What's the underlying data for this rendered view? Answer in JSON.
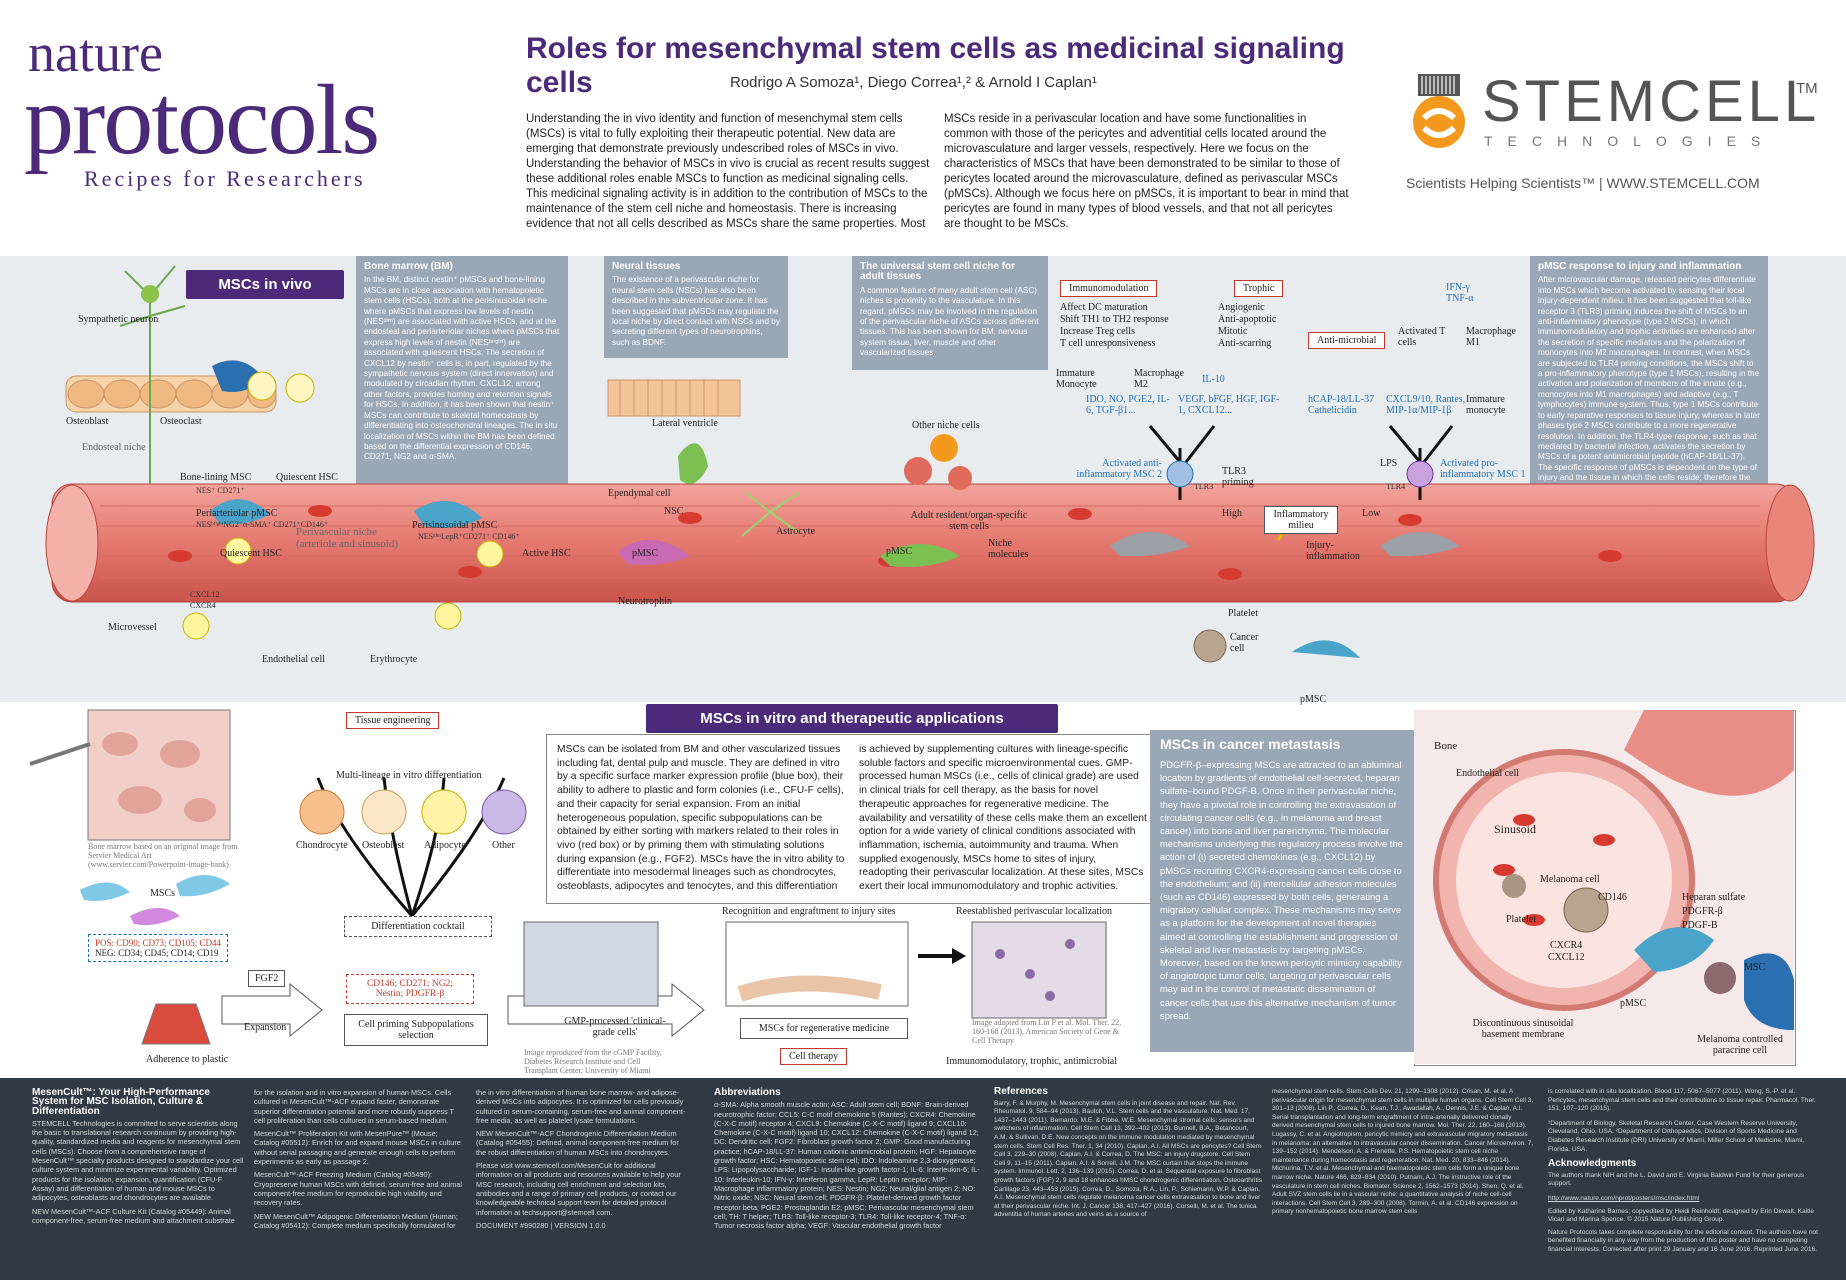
{
  "header": {
    "logo_nature": "nature",
    "logo_protocols": "protocols",
    "logo_tagline": "Recipes for Researchers",
    "title": "Roles for mesenchymal stem cells as medicinal signaling cells",
    "authors": "Rodrigo A Somoza¹, Diego Correa¹,² & Arnold I Caplan¹",
    "intro_left": "Understanding the in vivo identity and function of mesenchymal stem cells (MSCs) is vital to fully exploiting their therapeutic potential. New data are emerging that demonstrate previously undescribed roles of MSCs in vivo. Understanding the behavior of MSCs in vivo is crucial as recent results suggest these additional roles enable MSCs to function as medicinal signaling cells. This medicinal signaling activity is in addition to the contribution of MSCs to the maintenance of the stem cell niche and homeostasis. There is increasing evidence that not all cells described as MSCs share the same properties. Most",
    "intro_right": "MSCs reside in a perivascular location and have some functionalities in common with those of the pericytes and adventitial cells located around the microvasculature and larger vessels, respectively. Here we focus on the characteristics of MSCs that have been demonstrated to be similar to those of pericytes located around the microvasculature, defined as perivascular MSCs (pMSCs). Although we focus here on pMSCs, it is important to bear in mind that pericytes are found in many types of blood vessels, and that not all pericytes are thought to be MSCs.",
    "stemcell_name": "STEMCELL",
    "stemcell_tm": "TM",
    "stemcell_sub": "TECHNOLOGIES",
    "stemcell_slogan": "Scientists Helping Scientists™  |  WWW.STEMCELL.COM"
  },
  "invivo": {
    "pill": "MSCs in vivo",
    "bone_marrow_title": "Bone marrow (BM)",
    "bone_marrow_text": "In the BM, distinct nestin⁺ pMSCs and bone-lining MSCs are in close association with hematopoietic stem cells (HSCs), both at the perisinusoidal niche where pMSCs that express low levels of nestin (NESᵈⁱᵐ) are associated with active HSCs, and at the endosteal and periarteriolar niches where pMSCs that express high levels of nestin (NESᵇʳⁱᵍʰᵗ) are associated with quiescent HSCs. The secretion of CXCL12 by nestin⁺ cells is, in part, regulated by the sympathetic nervous system (direct innervation) and modulated by circadian rhythm. CXCL12, among other factors, provides homing and retention signals for HSCs. In addition, it has been shown that nestin⁺ MSCs can contribute to skeletal homeostasis by differentiating into osteochondral lineages. The in situ localization of MSCs within the BM has been defined based on the differential expression of CD146, CD271, NG2 and α-SMA.",
    "neural_title": "Neural tissues",
    "neural_text": "The existence of a perivascular niche for neural stem cells (NSCs) has also been described in the subventricular zone. It has been suggested that pMSCs may regulate the local niche by direct contact with NSCs and by secreting different types of neurotrophins, such as BDNF.",
    "universal_title": "The universal stem cell niche for adult tissues",
    "universal_text": "A common feature of many adult stem cell (ASC) niches is proximity to the vasculature. In this regard, pMSCs may be involved in the regulation of the perivascular niche of ASCs across different tissues. This has been shown for BM, nervous system tissue, liver, muscle and other vascularized tissues.",
    "injury_title": "pMSC response to injury and inflammation",
    "injury_text": "After microvascular damage, released pericytes differentiate into MSCs which become activated by sensing their local injury-dependent milieu. It has been suggested that toll-like receptor 3 (TLR3) priming induces the shift of MSCs to an anti-inflammatory phenotype (type 2 MSCs), in which immunomodulatory and trophic activities are enhanced after the secretion of specific mediators and the polarization of monocytes into M2 macrophages. In contrast, when MSCs are subjected to TLR4 priming conditions, the MSCs shift to a pro-inflammatory phenotype (type 1 MSCs), resulting in the activation and polarization of members of the innate (e.g., monocytes into M1 macrophages) and adaptive (e.g., T lymphocytes) immune system. Thus, type 1 MSCs contribute to early reparative responses to tissue injury, whereas in later phases type 2 MSCs contribute to a more regenerative resolution. In addition, the TLR4-type response, such as that mediated by bacterial infection, activates the secretion by MSCs of a potent antimicrobial peptide (hCAP-18/LL-37). The specific response of pMSCs is dependent on the type of injury and the tissue in which the cells reside; therefore the response may involve fibrosis development if a quick repair of the injured tissue is needed.",
    "labels": {
      "sympathetic_neuron": "Sympathetic neuron",
      "osteoblast": "Osteoblast",
      "osteoclast": "Osteoclast",
      "endosteal_niche": "Endosteal niche",
      "bone_lining_msc": "Bone-lining MSC",
      "bone_lining_markers": "NES⁺ CD271⁺",
      "quiescent_hsc_top": "Quiescent HSC",
      "periarteriolar": "Periarteriolar pMSC",
      "periarteriolar_markers": "NESᵇʳⁱᵍʰᵗNG2⁺α-SMA⁺ CD271⁺CD146⁺",
      "quiescent_hsc": "Quiescent HSC",
      "perivascular_niche": "Perivascular niche (arteriole and sinusoid)",
      "perisinusoidal": "Perisinusoidal pMSC",
      "perisinusoidal_markers": "NESᵈⁱᵐLepR⁺CD271⁺ CD146⁺",
      "active_hsc": "Active HSC",
      "cxcl12": "CXCL12",
      "cxcr4": "CXCR4",
      "microvessel": "Microvessel",
      "endothelial_cell": "Endothelial cell",
      "erythrocyte": "Erythrocyte",
      "lateral_ventricle": "Lateral ventricle",
      "ependymal_cell": "Ependymal cell",
      "nsc": "NSC",
      "astrocyte": "Astrocyte",
      "pmsc": "pMSC",
      "neurotrophin": "Neurotrophin",
      "other_niche_cells": "Other niche cells",
      "adult_resident": "Adult resident/organ-specific stem cells",
      "niche_molecules": "Niche molecules",
      "pmsc2": "pMSC",
      "immunomodulation": "Immunomodulation",
      "immuno_list": "Affect DC maturation\nShift TH1 to TH2 response\nIncrease Treg cells\nT cell unresponsiveness",
      "trophic": "Trophic",
      "trophic_list": "Angiogenic\nAnti-apoptotic\nMitotic\nAnti-scarring",
      "immature_monocyte": "Immature Monocyte",
      "macrophage_m2": "Macrophage M2",
      "il10": "IL-10",
      "ido_list": "IDO, NO, PGE2, IL-6, TGF-β1...",
      "vegf_list": "VEGF, bFGF, HGF, IGF-1, CXCL12...",
      "activated_anti": "Activated anti-inflammatory MSC 2",
      "tlr3": "TLR3",
      "tlr3_priming": "TLR3 priming",
      "high": "High",
      "low": "Low",
      "inflammatory_milieu": "Inflammatory milieu",
      "injury_inflammation": "Injury-inflammation",
      "antimicrobial": "Anti-microbial",
      "hcap": "hCAP-18/LL-37 Cathelicidin",
      "cxcl9": "CXCL9/10, Rantes, MIP-1α/MIP-1β",
      "activated_tcells": "Activated T cells",
      "ifn": "IFN-γ TNF-α",
      "macrophage_m1": "Macrophage M1",
      "immature_monocyte2": "Immature monocyte",
      "lps": "LPS",
      "tlr4": "TLR4",
      "activated_pro": "Activated pro-inflammatory MSC 1",
      "platelet": "Platelet",
      "cancer_cell": "Cancer cell",
      "pmsc3": "pMSC"
    }
  },
  "invitro": {
    "pill": "MSCs in vitro and therapeutic applications",
    "text_left": "MSCs can be isolated from BM and other vascularized tissues including fat, dental pulp and muscle. They are defined in vitro by a specific surface marker expression profile (blue box), their ability to adhere to plastic and form colonies (i.e., CFU-F cells), and their capacity for serial expansion. From an initial heterogeneous population, specific subpopulations can be obtained by either sorting with markers related to their roles in vivo (red box) or by priming them with stimulating solutions during expansion (e.g., FGF2). MSCs have the in vitro ability to differentiate into mesodermal lineages such as chondrocytes, osteoblasts, adipocytes and tenocytes, and this differentiation",
    "text_right": "is achieved by supplementing cultures with lineage-specific soluble factors and specific microenvironmental cues. GMP-processed human MSCs (i.e., cells of clinical grade) are used in clinical trials for cell therapy, as the basis for novel therapeutic approaches for regenerative medicine. The availability and versatility of these cells make them an excellent option for a wide variety of clinical conditions associated with inflammation, ischemia, autoimmunity and trauma. When supplied exogenously, MSCs home to sites of injury, readopting their perivascular localization. At these sites, MSCs exert their local immunomodulatory and trophic activities.",
    "bm_credit": "Bone marrow based on an original image from Servier Medical Art (www.servier.com/Powerpoint-image-bank)",
    "tissue_engineering": "Tissue engineering",
    "multilineage": "Multi-lineage in vitro differentiation",
    "chondrocyte": "Chondrocyte",
    "osteoblast": "Osteoblast",
    "adipocyte": "Adipocyte",
    "other": "Other",
    "mscs": "MSCs",
    "pos": "POS: CD90; CD73; CD105; CD44",
    "neg": "NEG: CD34; CD45; CD14; CD19",
    "diff_cocktail": "Differentiation cocktail",
    "fgf2": "FGF2",
    "expansion": "Expansion",
    "adherence": "Adherence to plastic",
    "cd_markers": "CD146; CD271; NG2; Nestin; PDGFR-β",
    "cell_priming": "Cell priming Subpopulations selection",
    "gmp": "GMP-processed 'clinical-grade cells'",
    "gmp_credit": "Image reproduced from the cGMP Facility, Diabetes Research Institute and Cell Transplant Center, University of Miami",
    "recognition": "Recognition and engraftment to injury sites",
    "reestablished": "Reestablished perivascular localization",
    "mscs_regen": "MSCs for regenerative medicine",
    "cell_therapy": "Cell therapy",
    "immuno_trophic": "Immunomodulatory, trophic, antimicrobial",
    "image_credit": "Image adapted from Lin P et al. Mol. Ther. 22, 160-168 (2013), American Society of Gene & Cell Therapy"
  },
  "cancer": {
    "title": "MSCs in cancer metastasis",
    "text": "PDGFR-β–expressing MSCs are attracted to an abluminal location by gradients of endothelial cell-secreted, heparan sulfate–bound PDGF-B. Once in their perivascular niche, they have a pivotal role in controlling the extravasation of circulating cancer cells (e.g., in melanoma and breast cancer) into bone and liver parenchyma. The molecular mechanisms underlying this regulatory process involve the action of (i) secreted chemokines (e.g., CXCL12) by pMSCs recruiting CXCR4-expressing cancer cells close to the endothelium; and (ii) intercellular adhesion molecules (such as CD146) expressed by both cells, generating a migratory cellular complex. These mechanisms may serve as a platform for the development of novel therapies aimed at controlling the establishment and progression of skeletal and liver metastasis by targeting pMSCs. Moreover, based on the known pericytic mimicry capability of angiotropic tumor cells, targeting of perivascular cells may aid in the control of metastatic dissemination of cancer cells that use this alternative mechanism of tumor spread.",
    "bone": "Bone",
    "endothelial": "Endothelial cell",
    "sinusoid": "Sinusoid",
    "melanoma": "Melanoma cell",
    "cd146": "CD146",
    "platelet": "Platelet",
    "heparan": "Heparan sulfate",
    "pdgfrb": "PDGFR-β",
    "pdgfb": "PDGF-B",
    "cxcr4": "CXCR4",
    "cxcl12": "CXCL12",
    "msc": "MSC",
    "pmsc": "pMSC",
    "discontinuous": "Discontinuous sinusoidal basement membrane",
    "melanoma_paracrine": "Melanoma controlled paracrine cell"
  },
  "footer": {
    "mesencult_title": "MesenCult™: Your High-Performance System for MSC Isolation, Culture & Differentiation",
    "mesencult_text": "STEMCELL Technologies is committed to serve scientists along the basic to translational research continuum by providing high-quality, standardized media and reagents for mesenchymal stem cells (MSCs). Choose from a comprehensive range of MesenCult™ specialty products designed to standardize your cell culture system and minimize experimental variability. Optimized products for the isolation, expansion, quantification (CFU-F Assay) and differentiation of human and mouse MSCs to adipocytes, osteoblasts and chondrocytes are available.",
    "mesencult_acf": "NEW MesenCult™-ACF Culture Kit (Catalog #05449): Animal component-free, serum-free medium and attachment substrate",
    "col2_text": "for the isolation and in vitro expansion of human MSCs. Cells cultured in MesenCult™-ACF expand faster, demonstrate superior differentiation potential and more robustly suppress T cell proliferation than cells cultured in serum-based medium.",
    "col2_prolif": "MesenCult™ Proliferation Kit with MesenPure™ (Mouse; Catalog #05512): Enrich for and expand mouse MSCs in culture without serial passaging and generate enough cells to perform experiments as early as passage 2.",
    "col2_freeze": "MesenCult™-ACF Freezing Medium (Catalog #05490): Cryopreserve human MSCs with defined, serum-free and animal component-free medium for reproducible high viability and recovery rates.",
    "col2_adipo": "NEW MesenCult™ Adipogenic Differentiation Medium (Human; Catalog #05412): Complete medium specifically formulated for",
    "col3_text": "the in vitro differentiation of human bone marrow- and adipose-derived MSCs into adipocytes. It is optimized for cells previously cultured in serum-containing, serum-free and animal component-free media, as well as platelet lysate formulations.",
    "col3_chondro": "NEW MesenCult™-ACF Chondrogenic Differentiation Medium (Catalog #05455): Defined, animal component-free medium for the robust differentiation of human MSCs into chondrocytes.",
    "col3_visit": "Please visit www.stemcell.com/MesenCult for additional information on all products and resources available to help your MSC research, including cell enrichment and selection kits, antibodies and a range of primary cell products, or contact our knowledgeable technical support team for detailed protocol information at techsupport@stemcell.com.",
    "col3_doc": "DOCUMENT #990280 | VERSION 1.0.0",
    "abbrev_title": "Abbreviations",
    "abbrev_text": "α-SMA: Alpha smooth muscle actin; ASC: Adult stem cell; BDNF: Brain-derived neurotrophic factor; CCL5: C-C motif chemokine 5 (Rantes); CXCR4: Chemokine (C-X-C motif) receptor 4; CXCL9: Chemokine (C-X-C motif) ligand 9; CXCL10: Chemokine (C-X-C motif) ligand 10; CXCL12: Chemokine (C-X-C motif) ligand 12; DC: Dendritic cell; FGF2: Fibroblast growth factor 2; GMP: Good manufacturing practice; hCAP-18/LL-37: Human cationic antimicrobial protein; HGF: Hepatocyte growth factor; HSC: Hematopoietic stem cell; IDO: Indoleamine 2,3-dioxygenase; LPS: Lipopolysaccharide; IGF-1: Insulin-like growth factor-1; IL-6: Interleukin-6; IL-10: Interleukin-10; IFN-γ: Interferon gamma; LepR: Leptin receptor; MIP: Macrophage inflammatory protein; NES: Nestin; NG2: Neural/glial antigen 2; NO: Nitric oxide; NSC: Neural stem cell; PDGFR-β: Platelet-derived growth factor receptor beta; PGE2: Prostaglandin E2; pMSC: Perivascular mesenchymal stem cell; TH: T helper; TLR3: Toll-like receptor-3; TLR4: Toll-like receptor-4; TNF-α: Tumor necrosis factor alpha; VEGF: Vascular endothelial growth factor",
    "refs_title": "References",
    "refs_text": "Barry, F. & Murphy, M. Mesenchymal stem cells in joint disease and repair. Nat. Rev. Rheumatol. 9, 584–94 (2013). Bautch, V.L. Stem cells and the vasculature. Nat. Med. 17, 1437–1443 (2011). Bernardo, M.E. & Fibbe, W.E. Mesenchymal stromal cells: sensors and switchers of inflammation. Cell Stem Cell 13, 392–402 (2013). Bunnell, B.A., Betancourt, A.M. & Sullivan, D.E. New concepts on the immune modulation mediated by mesenchymal stem cells. Stem Cell Res. Ther. 1, 34 (2010). Caplan, A.I. All MSCs are pericytes? Cell Stem Cell 3, 229–30 (2008). Caplan, A.I. & Correa, D. The MSC: an injury drugstore. Cell Stem Cell 9, 11–15 (2011). Caplan, A.I. & Sorrell, J.M. The MSC curtain that stops the immune system. Immunol. Lett. 2, 136–139 (2015). Correa, D. et al. Sequential exposure to fibroblast growth factors (FGF) 2, 9 and 18 enhances hMSC chondrogenic differentiation. Osteoarthritis Cartilage 23, 443–453 (2015). Correa, D., Somoza, R.A., Lin, P., Schiemann, W.P. & Caplan, A.I. Mesenchymal stem cells regulate melanoma cancer cells extravasation to bone and liver at their perivascular niche. Int. J. Cancer 138, 417–427 (2016). Corselli, M. et al. The tunica adventitia of human arteries and veins as a source of",
    "refs2_text": "mesenchymal stem cells. Stem Cells Dev. 21, 1299–1308 (2012). Crisan, M. et al. A perivascular origin for mesenchymal stem cells in multiple human organs. Cell Stem Cell 3, 301–13 (2008). Lin P., Correa, D., Kean, T.J., Awadallah, A., Dennis, J.E. & Caplan, A.I. Serial transplantation and long-term engraftment of intra-arterially delivered clonally derived mesenchymal stem cells to injured bone marrow. Mol. Ther. 22, 160–168 (2013). Lugassy, C. et al. Angiotropism, pericytic mimicry and extravascular migratory metastasis in melanoma: an alternative to intravascular cancer dissemination. Cancer Microenviron. 7, 139–152 (2014). Mendelson, A. & Frenette, P.S. Hematopoietic stem cell niche maintenance during homeostasis and regeneration. Nat. Med. 20, 833–846 (2014). Michurina, T.V. et al. Mesenchymal and haematopoietic stem cells form a unique bone marrow niche. Nature 466, 829–834 (2010). Putnam, A.J. The instructive role of the vasculature in stem cell niches. Biomater. Science 2, 1562–1573 (2014). Shen, Q. et al. Adult SVZ stem cells lie in a vascular niche: a quantitative analysis of niche cell-cell interactions. Cell Stem Cell 3, 289–300 (2008). Tormin, A. et al. CD146 expression on primary nonhematopoietic bone marrow stem cells",
    "col7_text": "is correlated with in situ localization. Blood 117, 5067–5077 (2011). Wong, S.-P. et al. Pericytes, mesenchymal stem cells and their contributions to tissue repair. Pharmacol. Ther. 151, 107–120 (2015).",
    "col7_affil": "¹Department of Biology, Skeletal Research Center, Case Western Reserve University, Cleveland, Ohio, USA. ²Department of Orthopaedics, Division of Sports Medicine and Diabetes Research Institute (DRI) University of Miami, Miller School of Medicine, Miami, Florida, USA.",
    "ack_title": "Acknowledgments",
    "ack_text": "The authors thank NIH and the L. David and E. Virginia Baldwin Fund for their generous support.",
    "col7_url": "http://www.nature.com/nprot/posters/msc/index.html",
    "col7_credit": "Edited by Katharine Barnes; copyedited by Heidi Reinholdt; designed by Erin Dewalt, Kaitie Vicari and Marina Spence. © 2015 Nature Publishing Group.",
    "col7_resp": "Nature Protocols takes complete responsibility for the editorial content. The authors have not benefited financially in any way from the production of this poster and have no competing financial interests. Corrected after print 29 January and 16 June 2016. Reprinted June 2016."
  },
  "colors": {
    "purple": "#4b2a79",
    "orange": "#f39a1e",
    "vessel": "#e4786f",
    "callout": "#9aa8b6",
    "footer": "#2f3a44"
  }
}
